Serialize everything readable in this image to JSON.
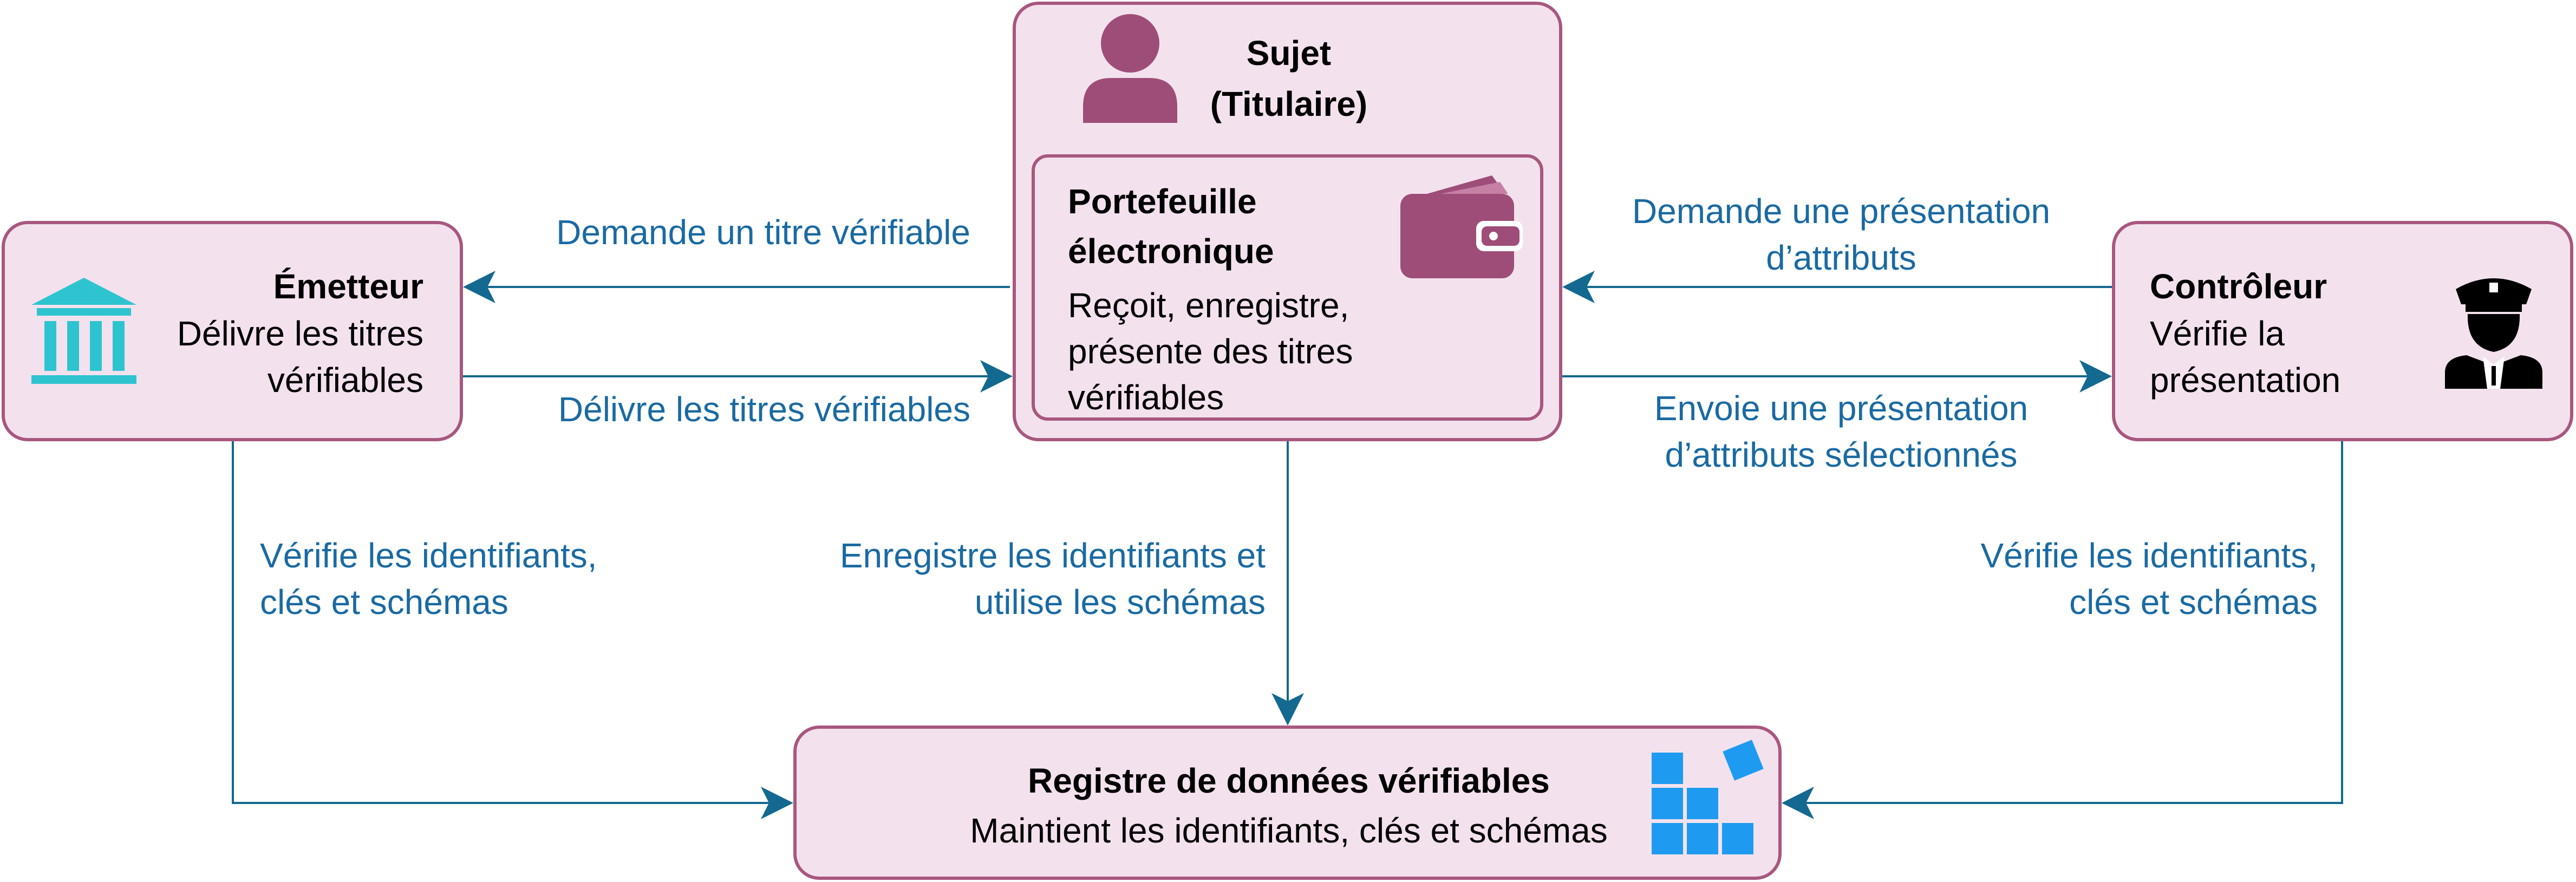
{
  "colors": {
    "box_fill": "#f3e2ee",
    "box_border": "#a8577f",
    "arrow": "#13698f",
    "label": "#1a6aa2",
    "icon_purple": "#9e4d78",
    "bank": "#2ec4cf",
    "blocks": "#1e9bf0"
  },
  "subject": {
    "title_line1": "Sujet",
    "title_line2": "(Titulaire)",
    "icon": "person-icon"
  },
  "wallet": {
    "title_line1": "Portefeuille",
    "title_line2": "électronique",
    "desc_line1": "Reçoit, enregistre,",
    "desc_line2": "présente des titres",
    "desc_line3": "vérifiables",
    "icon": "wallet-icon"
  },
  "issuer": {
    "title": "Émetteur",
    "desc_line1": "Délivre les titres",
    "desc_line2": "vérifiables",
    "icon": "bank-icon"
  },
  "verifier": {
    "title": "Contrôleur",
    "desc_line1": "Vérifie la",
    "desc_line2": "présentation",
    "icon": "officer-icon"
  },
  "registry": {
    "title": "Registre de données vérifiables",
    "desc": "Maintient les identifiants, clés et schémas",
    "icon": "blocks-icon"
  },
  "labels": {
    "request_credential": "Demande un titre vérifiable",
    "issue_credentials": "Délivre les titres vérifiables",
    "request_presentation_1": "Demande une présentation",
    "request_presentation_2": "d’attributs",
    "send_presentation_1": "Envoie une présentation",
    "send_presentation_2": "d’attributs sélectionnés",
    "issuer_verify_1": "Vérifie les identifiants,",
    "issuer_verify_2": "clés et schémas",
    "subject_register_1": "Enregistre les identifiants et",
    "subject_register_2": "utilise les schémas",
    "verifier_verify_1": "Vérifie les identifiants,",
    "verifier_verify_2": "clés et schémas"
  }
}
